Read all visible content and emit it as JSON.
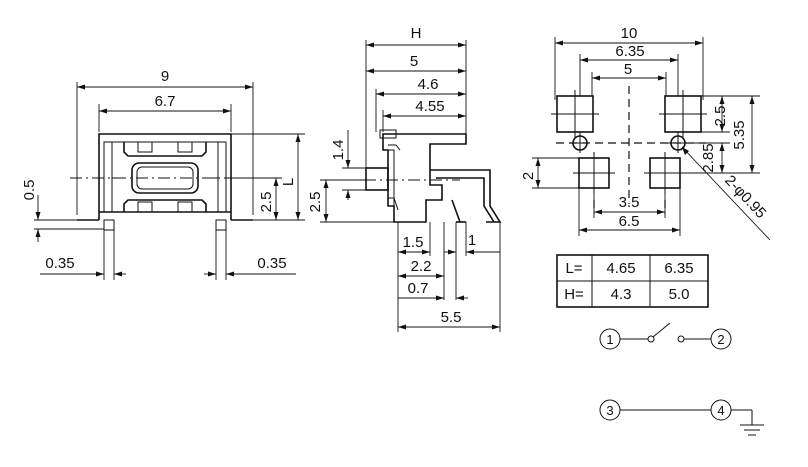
{
  "front_view": {
    "dim_width": "9",
    "dim_pitch": "6.7",
    "dim_height_left": "0.5",
    "dim_pad_left": "0.35",
    "dim_pad_right": "0.35",
    "dim_side": "2.5",
    "dim_L": "L"
  },
  "side_view": {
    "dim_H": "H",
    "dim_5": "5",
    "dim_4_6": "4.6",
    "dim_4_55": "4.55",
    "dim_1_4": "1.4",
    "dim_2_5": "2.5",
    "dim_1_5": "1.5",
    "dim_1": "1",
    "dim_2_2": "2.2",
    "dim_0_7": "0.7",
    "dim_5_5": "5.5"
  },
  "footprint": {
    "dim_10": "10",
    "dim_6_35": "6.35",
    "dim_5": "5",
    "dim_2_5": "2.5",
    "dim_5_35": "5.35",
    "dim_2_85": "2.85",
    "dim_2": "2",
    "dim_3_5": "3.5",
    "dim_6_5": "6.5",
    "hole_note": "2-φ0.95"
  },
  "table": {
    "rows": [
      [
        "L=",
        "4.65",
        "6.35"
      ],
      [
        "H=",
        "4.3",
        "5.0"
      ]
    ]
  },
  "schematic": {
    "pin1": "1",
    "pin2": "2",
    "pin3": "3",
    "pin4": "4"
  }
}
